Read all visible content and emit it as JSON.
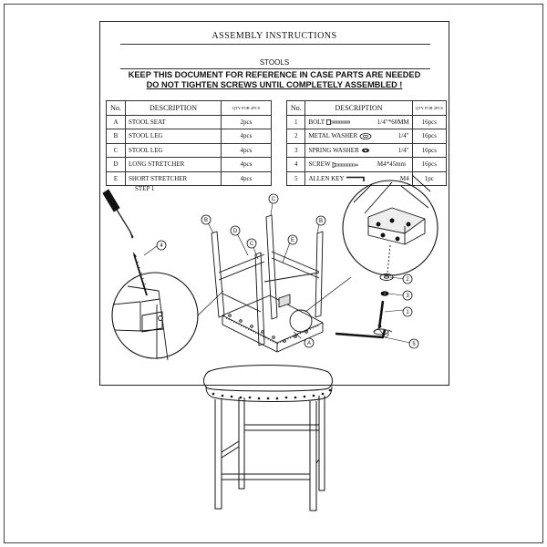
{
  "header": {
    "title": "ASSEMBLY INSTRUCTIONS",
    "subtitle": "STOOLS",
    "warning_1": "KEEP THIS DOCUMENT FOR REFERENCE IN CASE PARTS ARE NEEDED",
    "warning_2": "DO NOT TIGHTEN SCREWS UNTIL COMPLETELY ASSEMBLED !"
  },
  "parts_table": {
    "headers": {
      "no": "No.",
      "description": "DESCRIPTION",
      "qty": "QTY FOR 2PCS"
    },
    "rows": [
      {
        "no": "A",
        "description": "STOOL SEAT",
        "qty": "2pcs"
      },
      {
        "no": "B",
        "description": "STOOL LEG",
        "qty": "4pcs"
      },
      {
        "no": "C",
        "description": "STOOL LEG",
        "qty": "4pcs"
      },
      {
        "no": "D",
        "description": "LONG STRETCHER",
        "qty": "4pcs"
      },
      {
        "no": "E",
        "description": "SHORT STRETCHER",
        "qty": "4pcs"
      }
    ]
  },
  "hardware_table": {
    "headers": {
      "no": "No.",
      "description": "DESCRIPTION",
      "qty": "QTY FOR 2PCS"
    },
    "rows": [
      {
        "no": "1",
        "description": "BOLT",
        "size": "1/4\"*60MM",
        "qty": "16pcs",
        "icon": "bolt-icon"
      },
      {
        "no": "2",
        "description": "METAL WASHER",
        "size": "1/4\"",
        "qty": "16pcs",
        "icon": "metal-washer-icon"
      },
      {
        "no": "3",
        "description": "SPRING WASHER",
        "size": "1/4\"",
        "qty": "16pcs",
        "icon": "spring-washer-icon"
      },
      {
        "no": "4",
        "description": "SCREW",
        "size": "M4*45mm",
        "qty": "16pcs",
        "icon": "screw-icon"
      },
      {
        "no": "5",
        "description": "ALLEN KEY",
        "size": "M4",
        "qty": "1pc",
        "icon": "allen-key-icon"
      }
    ]
  },
  "step": {
    "label": "STEP 1"
  },
  "diagram": {
    "part_labels": {
      "a": "A",
      "b1": "B",
      "b2": "B",
      "c": "C",
      "c2": "C",
      "d": "D",
      "e": "E"
    },
    "callouts": {
      "n1": "1",
      "n2": "2",
      "n3": "3",
      "n4": "4",
      "n5": "5"
    }
  }
}
